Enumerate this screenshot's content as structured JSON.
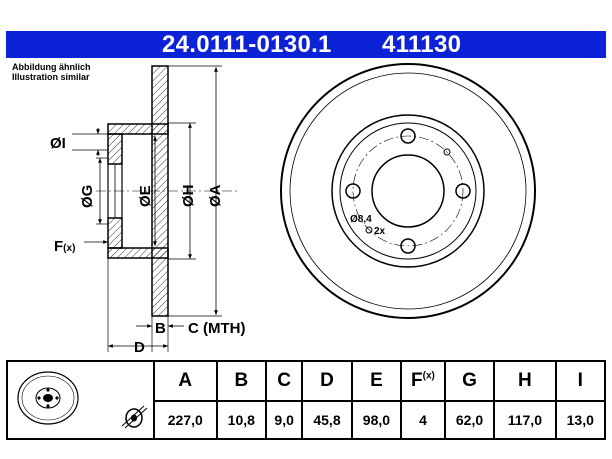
{
  "header": {
    "part_number": "24.0111-0130.1",
    "ref_number": "411130"
  },
  "note": {
    "line1": "Abbildung ähnlich",
    "line2": "Illustration similar"
  },
  "section_labels": {
    "I": "ØI",
    "G": "ØG",
    "E": "ØE",
    "H": "ØH",
    "A": "ØA",
    "F": "F",
    "F_sub": "(x)",
    "B": "B",
    "C": "C (MTH)",
    "D": "D"
  },
  "front_labels": {
    "hole_dia": "Ø8,4",
    "hole_count": "2x"
  },
  "table": {
    "headers": [
      "A",
      "B",
      "C",
      "D",
      "E",
      "F",
      "G",
      "H",
      "I"
    ],
    "f_sub": "(x)",
    "values": [
      "227,0",
      "10,8",
      "9,0",
      "45,8",
      "98,0",
      "4",
      "62,0",
      "117,0",
      "13,0"
    ]
  }
}
